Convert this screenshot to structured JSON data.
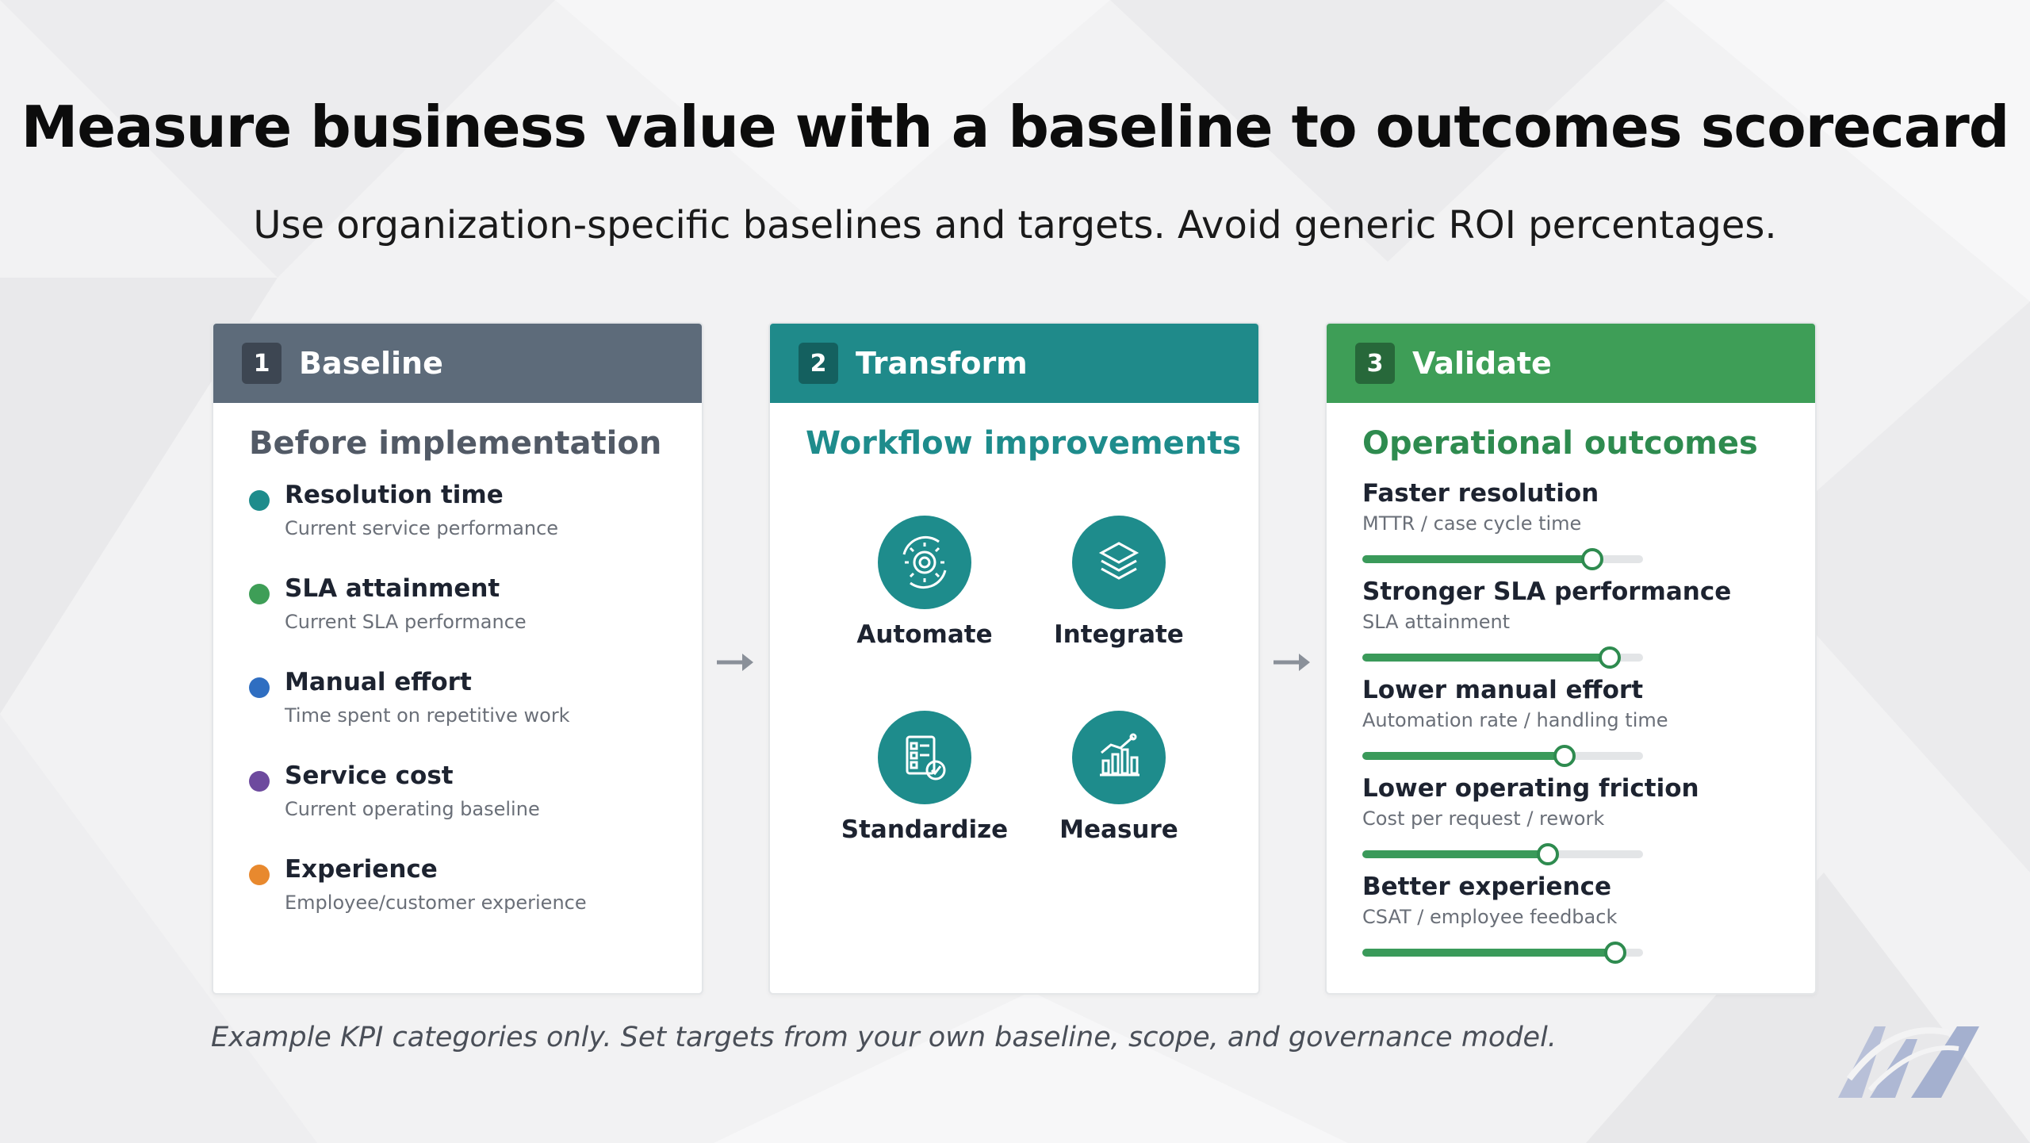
{
  "title": "Measure business value with a baseline to outcomes scorecard",
  "subtitle": "Use organization-specific baselines and targets. Avoid generic ROI percentages.",
  "colors": {
    "baseline_header": "#5d6b7a",
    "transform_header": "#1f8a8a",
    "validate_header": "#3e9e57",
    "transform_accent": "#1e8c8c",
    "validate_accent": "#2e8b4f",
    "baseline_accent": "#525a66"
  },
  "cards": {
    "baseline": {
      "number": "1",
      "header": "Baseline",
      "section_title": "Before implementation",
      "items": [
        {
          "label": "Resolution time",
          "sub": "Current service performance",
          "color": "#1e8c8c"
        },
        {
          "label": "SLA attainment",
          "sub": "Current SLA performance",
          "color": "#3e9e57"
        },
        {
          "label": "Manual effort",
          "sub": "Time spent on repetitive work",
          "color": "#2f6ec1"
        },
        {
          "label": "Service cost",
          "sub": "Current operating baseline",
          "color": "#6d4a9e"
        },
        {
          "label": "Experience",
          "sub": "Employee/customer experience",
          "color": "#e8892e"
        }
      ]
    },
    "transform": {
      "number": "2",
      "header": "Transform",
      "section_title": "Workflow improvements",
      "features": [
        {
          "label": "Automate",
          "icon": "gear-cycle-icon"
        },
        {
          "label": "Integrate",
          "icon": "layers-icon"
        },
        {
          "label": "Standardize",
          "icon": "checklist-icon"
        },
        {
          "label": "Measure",
          "icon": "analytics-chart-icon"
        }
      ]
    },
    "validate": {
      "number": "3",
      "header": "Validate",
      "section_title": "Operational outcomes",
      "outcomes": [
        {
          "label": "Faster resolution",
          "sub": "MTTR / case cycle time",
          "level": 0.82
        },
        {
          "label": "Stronger SLA performance",
          "sub": "SLA attainment",
          "level": 0.88
        },
        {
          "label": "Lower manual effort",
          "sub": "Automation rate / handling time",
          "level": 0.72
        },
        {
          "label": "Lower operating friction",
          "sub": "Cost per request / rework",
          "level": 0.66
        },
        {
          "label": "Better experience",
          "sub": "CSAT / employee feedback",
          "level": 0.9
        }
      ]
    }
  },
  "footnote": "Example KPI categories only. Set targets from your own baseline, scope, and governance model.",
  "logo": "brand-logo-icon"
}
